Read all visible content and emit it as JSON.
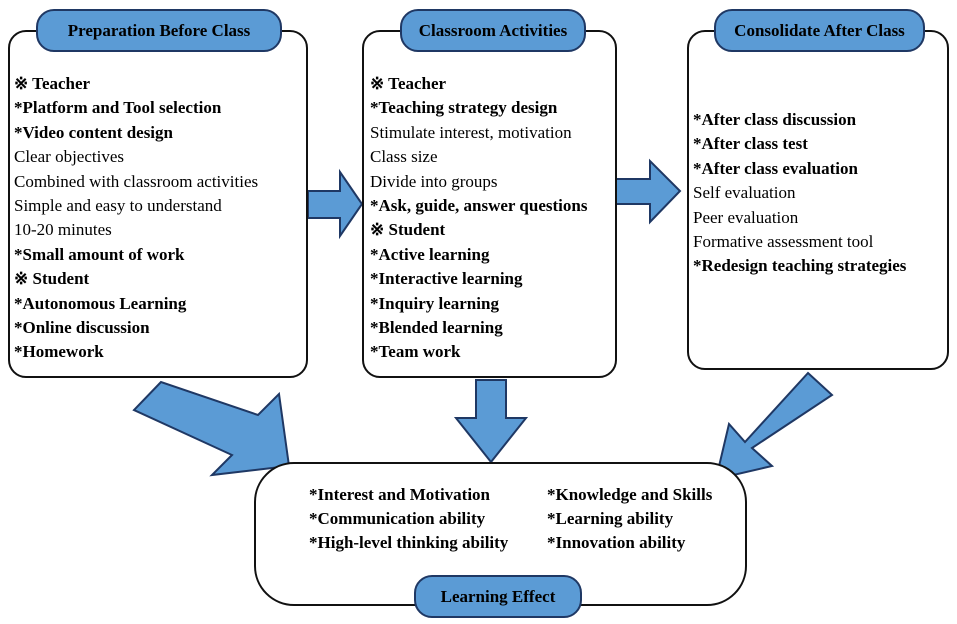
{
  "colors": {
    "pill_fill": "#5b9bd5",
    "pill_border": "#1f3864",
    "arrow_fill": "#5b9bd5"
  },
  "before": {
    "title": "Preparation Before Class",
    "lines": [
      {
        "text": "※ Teacher",
        "bold": true
      },
      {
        "text": "*Platform and Tool selection",
        "bold": true
      },
      {
        "text": "*Video content design",
        "bold": true
      },
      {
        "text": "Clear objectives",
        "bold": false
      },
      {
        "text": "Combined with classroom activities",
        "bold": false
      },
      {
        "text": "Simple and easy to understand",
        "bold": false
      },
      {
        "text": "10-20 minutes",
        "bold": false
      },
      {
        "text": "*Small amount of work",
        "bold": true
      },
      {
        "text": "※ Student",
        "bold": true
      },
      {
        "text": "*Autonomous Learning",
        "bold": true
      },
      {
        "text": "*Online discussion",
        "bold": true
      },
      {
        "text": "*Homework",
        "bold": true
      }
    ]
  },
  "classroom": {
    "title": "Classroom Activities",
    "lines": [
      {
        "text": "※ Teacher",
        "bold": true
      },
      {
        "text": "*Teaching strategy design",
        "bold": true
      },
      {
        "text": "Stimulate interest, motivation",
        "bold": false
      },
      {
        "text": "Class size",
        "bold": false
      },
      {
        "text": "Divide into groups",
        "bold": false
      },
      {
        "text": "*Ask, guide, answer questions",
        "bold": true
      },
      {
        "text": "※ Student",
        "bold": true
      },
      {
        "text": "*Active learning",
        "bold": true
      },
      {
        "text": "*Interactive learning",
        "bold": true
      },
      {
        "text": "*Inquiry learning",
        "bold": true
      },
      {
        "text": "*Blended learning",
        "bold": true
      },
      {
        "text": "*Team work",
        "bold": true
      }
    ]
  },
  "after": {
    "title": "Consolidate After Class",
    "lines": [
      {
        "text": "*After class discussion",
        "bold": true
      },
      {
        "text": "*After class test",
        "bold": true
      },
      {
        "text": "*After class evaluation",
        "bold": true
      },
      {
        "text": "Self evaluation",
        "bold": false
      },
      {
        "text": "Peer evaluation",
        "bold": false
      },
      {
        "text": "Formative assessment tool",
        "bold": false
      },
      {
        "text": "*Redesign teaching strategies",
        "bold": true
      }
    ]
  },
  "effect": {
    "title": "Learning Effect",
    "items": [
      "*Interest and Motivation",
      "*Knowledge and Skills",
      "*Communication ability",
      "*Learning ability",
      "*High-level thinking ability",
      "*Innovation ability"
    ]
  }
}
